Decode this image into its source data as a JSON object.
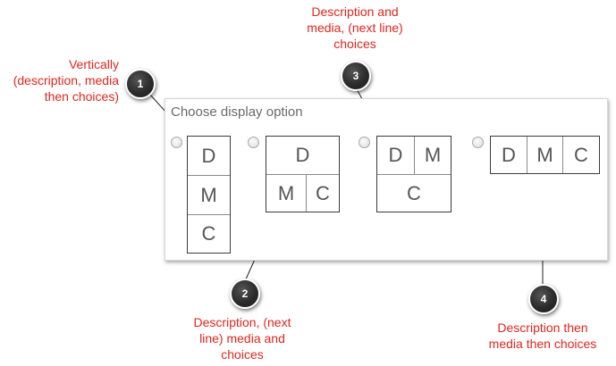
{
  "panel": {
    "title": "Choose display option"
  },
  "letters": {
    "d": "D",
    "m": "M",
    "c": "C"
  },
  "callouts": [
    {
      "number": "1",
      "text": [
        "Vertically",
        "(description, media",
        "then choices)"
      ]
    },
    {
      "number": "2",
      "text": [
        "Description, (next",
        "line) media and",
        "choices"
      ]
    },
    {
      "number": "3",
      "text": [
        "Description and",
        "media, (next line)",
        "choices"
      ]
    },
    {
      "number": "4",
      "text": [
        "Description then",
        "media then choices"
      ]
    }
  ],
  "colors": {
    "callout_text": "#e0261f",
    "badge": "#2b2b2b",
    "frame": "#3a3a3a"
  }
}
